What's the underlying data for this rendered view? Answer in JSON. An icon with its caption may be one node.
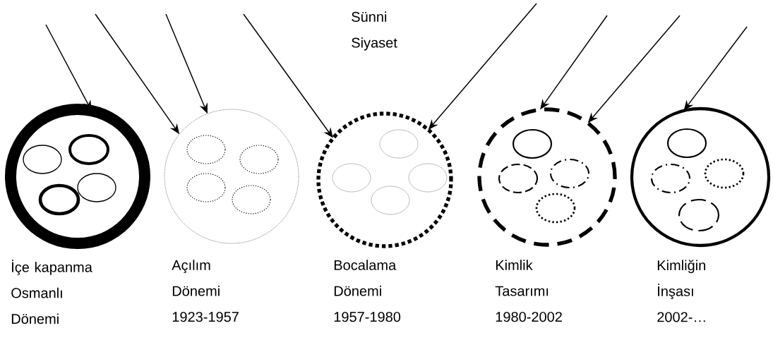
{
  "diagram": {
    "nodes": [
      {
        "text": [],
        "shape": "circle",
        "beside": [
          "İçe kapanma Osmanlı Dönemi"
        ]
      },
      {
        "text": [],
        "shape": "ellipse",
        "in": 0
      },
      {
        "text": [],
        "shape": "ellipse",
        "in": 0
      },
      {
        "text": [],
        "shape": "ellipse",
        "in": 0
      },
      {
        "text": [],
        "shape": "ellipse",
        "in": 0
      },
      {
        "text": [],
        "shape": "circle",
        "beside": [
          "Açılım Dönemi 1923-1957"
        ]
      },
      {
        "text": [],
        "shape": "ellipse",
        "in": 5
      },
      {
        "text": [],
        "shape": "ellipse",
        "in": 5
      },
      {
        "text": [],
        "shape": "ellipse",
        "in": 5
      },
      {
        "text": [],
        "shape": "ellipse",
        "in": 5
      },
      {
        "text": [],
        "shape": "circle",
        "beside": [
          "Bocalama Dönemi 1957-1980"
        ]
      },
      {
        "text": [],
        "shape": "ellipse",
        "in": 10
      },
      {
        "text": [],
        "shape": "ellipse",
        "in": 10
      },
      {
        "text": [],
        "shape": "ellipse",
        "in": 10
      },
      {
        "text": [],
        "shape": "ellipse",
        "in": 10
      },
      {
        "text": [],
        "shape": "circle",
        "beside": [
          "Kimlik Tasarımı 1980-2002"
        ]
      },
      {
        "text": [],
        "shape": "ellipse",
        "in": 15
      },
      {
        "text": [],
        "shape": "ellipse",
        "in": 15
      },
      {
        "text": [],
        "shape": "ellipse",
        "in": 15
      },
      {
        "text": [],
        "shape": "ellipse",
        "in": 15
      },
      {
        "text": [],
        "shape": "circle",
        "beside": [
          "Kimliğin İnşası 2002-…"
        ]
      },
      {
        "text": [],
        "shape": "ellipse",
        "in": 20
      },
      {
        "text": [],
        "shape": "ellipse",
        "in": 20
      },
      {
        "text": [],
        "shape": "ellipse",
        "in": 20
      },
      {
        "text": [],
        "shape": "ellipse",
        "in": 20
      }
    ],
    "edges": [
      {
        "from": null,
        "to": 0,
        "arrow": "to"
      },
      {
        "from": null,
        "to": 5,
        "arrow": "to"
      },
      {
        "from": null,
        "to": 5,
        "arrow": "to"
      },
      {
        "from": null,
        "to": 10,
        "arrow": "to"
      },
      {
        "from": null,
        "to": 10,
        "arrow": "to"
      },
      {
        "from": null,
        "to": 15,
        "arrow": "to"
      },
      {
        "from": null,
        "to": 15,
        "arrow": "to"
      },
      {
        "from": null,
        "to": 20,
        "arrow": "to"
      }
    ],
    "labels": [
      "Sünni Siyaset"
    ]
  }
}
